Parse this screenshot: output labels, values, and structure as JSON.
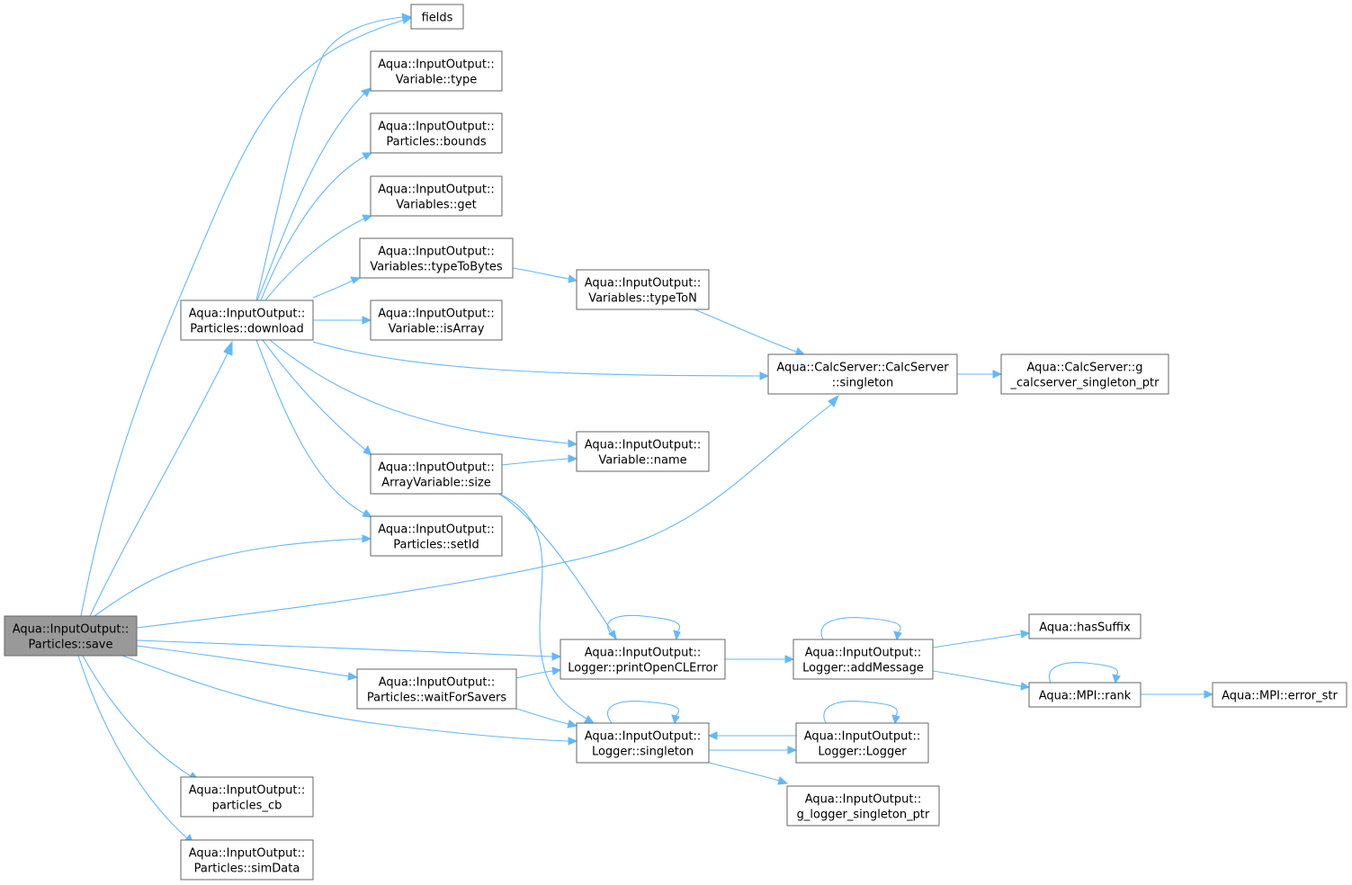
{
  "colors": {
    "edge": "#63b8ff",
    "node_border": "#666666",
    "root_fill": "#999999",
    "node_fill": "#ffffff"
  },
  "nodes": {
    "save": [
      "Aqua::InputOutput::",
      "Particles::save"
    ],
    "fields": [
      "fields"
    ],
    "var_type": [
      "Aqua::InputOutput::",
      "Variable::type"
    ],
    "bounds": [
      "Aqua::InputOutput::",
      "Particles::bounds"
    ],
    "vars_get": [
      "Aqua::InputOutput::",
      "Variables::get"
    ],
    "typeToBytes": [
      "Aqua::InputOutput::",
      "Variables::typeToBytes"
    ],
    "typeToN": [
      "Aqua::InputOutput::",
      "Variables::typeToN"
    ],
    "download": [
      "Aqua::InputOutput::",
      "Particles::download"
    ],
    "isArray": [
      "Aqua::InputOutput::",
      "Variable::isArray"
    ],
    "calc_singleton": [
      "Aqua::CalcServer::CalcServer",
      "::singleton"
    ],
    "g_calc": [
      "Aqua::CalcServer::g",
      "_calcserver_singleton_ptr"
    ],
    "var_name": [
      "Aqua::InputOutput::",
      "Variable::name"
    ],
    "arr_size": [
      "Aqua::InputOutput::",
      "ArrayVariable::size"
    ],
    "setId": [
      "Aqua::InputOutput::",
      "Particles::setId"
    ],
    "hasSuffix": [
      "Aqua::hasSuffix"
    ],
    "printOpenCL": [
      "Aqua::InputOutput::",
      "Logger::printOpenCLError"
    ],
    "addMessage": [
      "Aqua::InputOutput::",
      "Logger::addMessage"
    ],
    "waitForSavers": [
      "Aqua::InputOutput::",
      "Particles::waitForSavers"
    ],
    "mpi_rank": [
      "Aqua::MPI::rank"
    ],
    "mpi_error": [
      "Aqua::MPI::error_str"
    ],
    "log_singleton": [
      "Aqua::InputOutput::",
      "Logger::singleton"
    ],
    "logger_ctor": [
      "Aqua::InputOutput::",
      "Logger::Logger"
    ],
    "g_logger": [
      "Aqua::InputOutput::",
      "g_logger_singleton_ptr"
    ],
    "particles_cb": [
      "Aqua::InputOutput::",
      "particles_cb"
    ],
    "simData": [
      "Aqua::InputOutput::",
      "Particles::simData"
    ]
  }
}
